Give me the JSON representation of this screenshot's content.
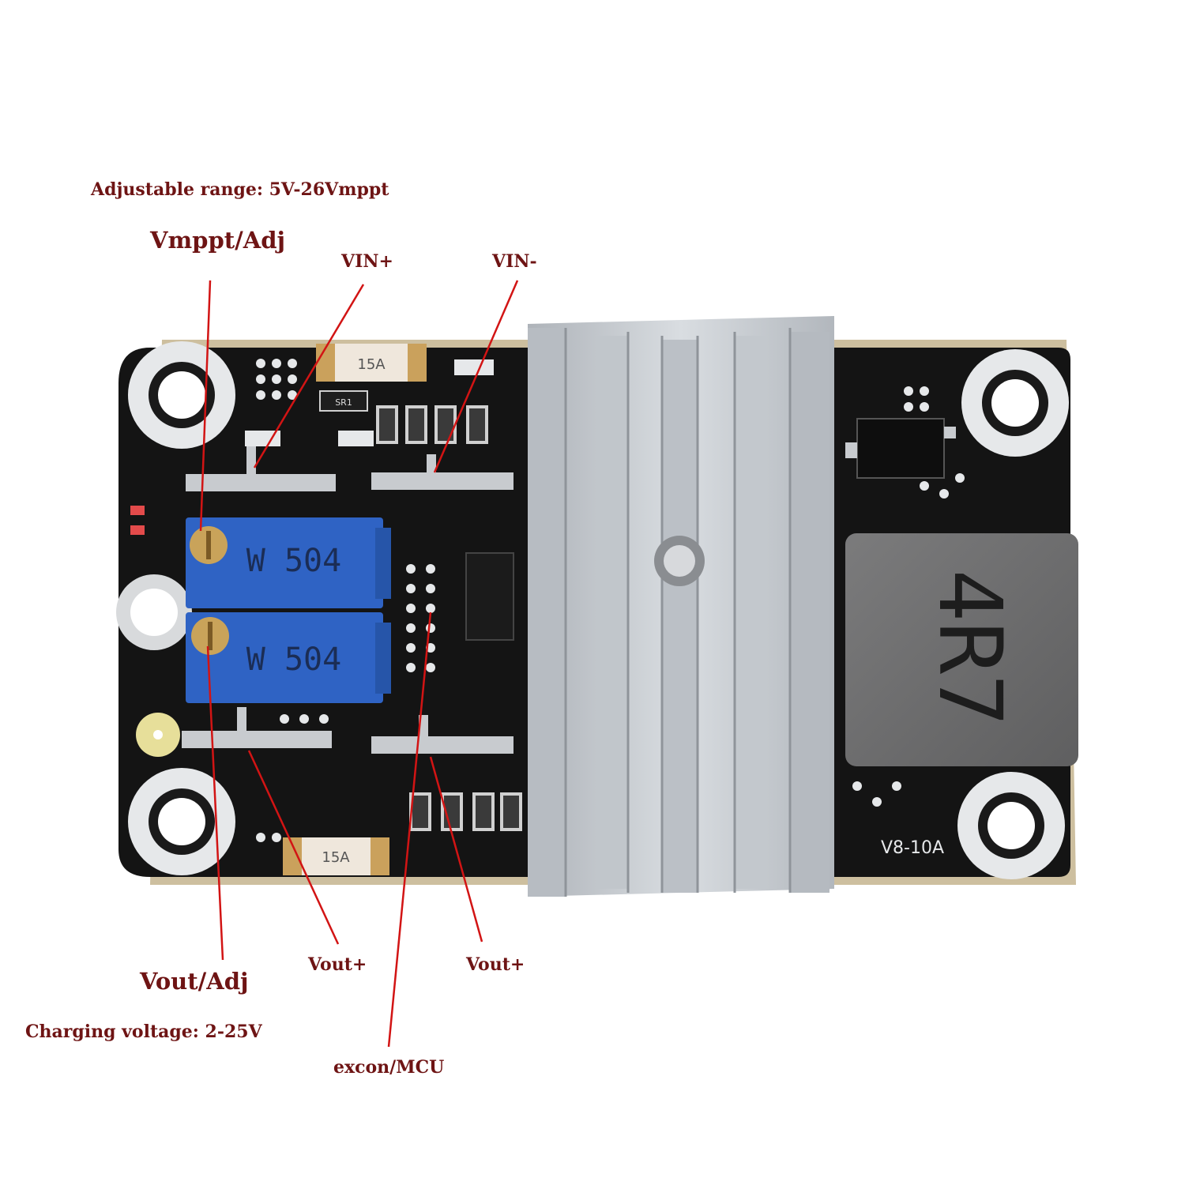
{
  "photo": {
    "subject": "mppt-solar-charge-controller-board",
    "colors": {
      "pcb": "#141414",
      "pad": "#e6e8ea",
      "heatsink": "#c9cdd2",
      "trimpot": "#2f63c4",
      "inductor": "#6f6f70",
      "fuse": "#efe7dc",
      "annotation": "#6e1414",
      "leader_line": "#d21414"
    }
  },
  "labels": {
    "adjustable_range": "Adjustable range: 5V-26Vmppt",
    "vmppt_adj": "Vmppt/Adj",
    "vin_plus": "VIN+",
    "vin_minus": "VIN-",
    "vout_adj": "Vout/Adj",
    "charging_voltage": "Charging voltage: 2-25V",
    "vout_plus_1": "Vout+",
    "vout_plus_2": "Vout+",
    "excon_mcu": "excon/MCU"
  },
  "board_markings": {
    "trimpot_top": "W 504",
    "trimpot_bottom": "W 504",
    "inductor": "4R7",
    "fuse_top": "15A",
    "fuse_bottom": "15A",
    "diode": "SR1",
    "silkscreen_version": "V8-10A"
  }
}
